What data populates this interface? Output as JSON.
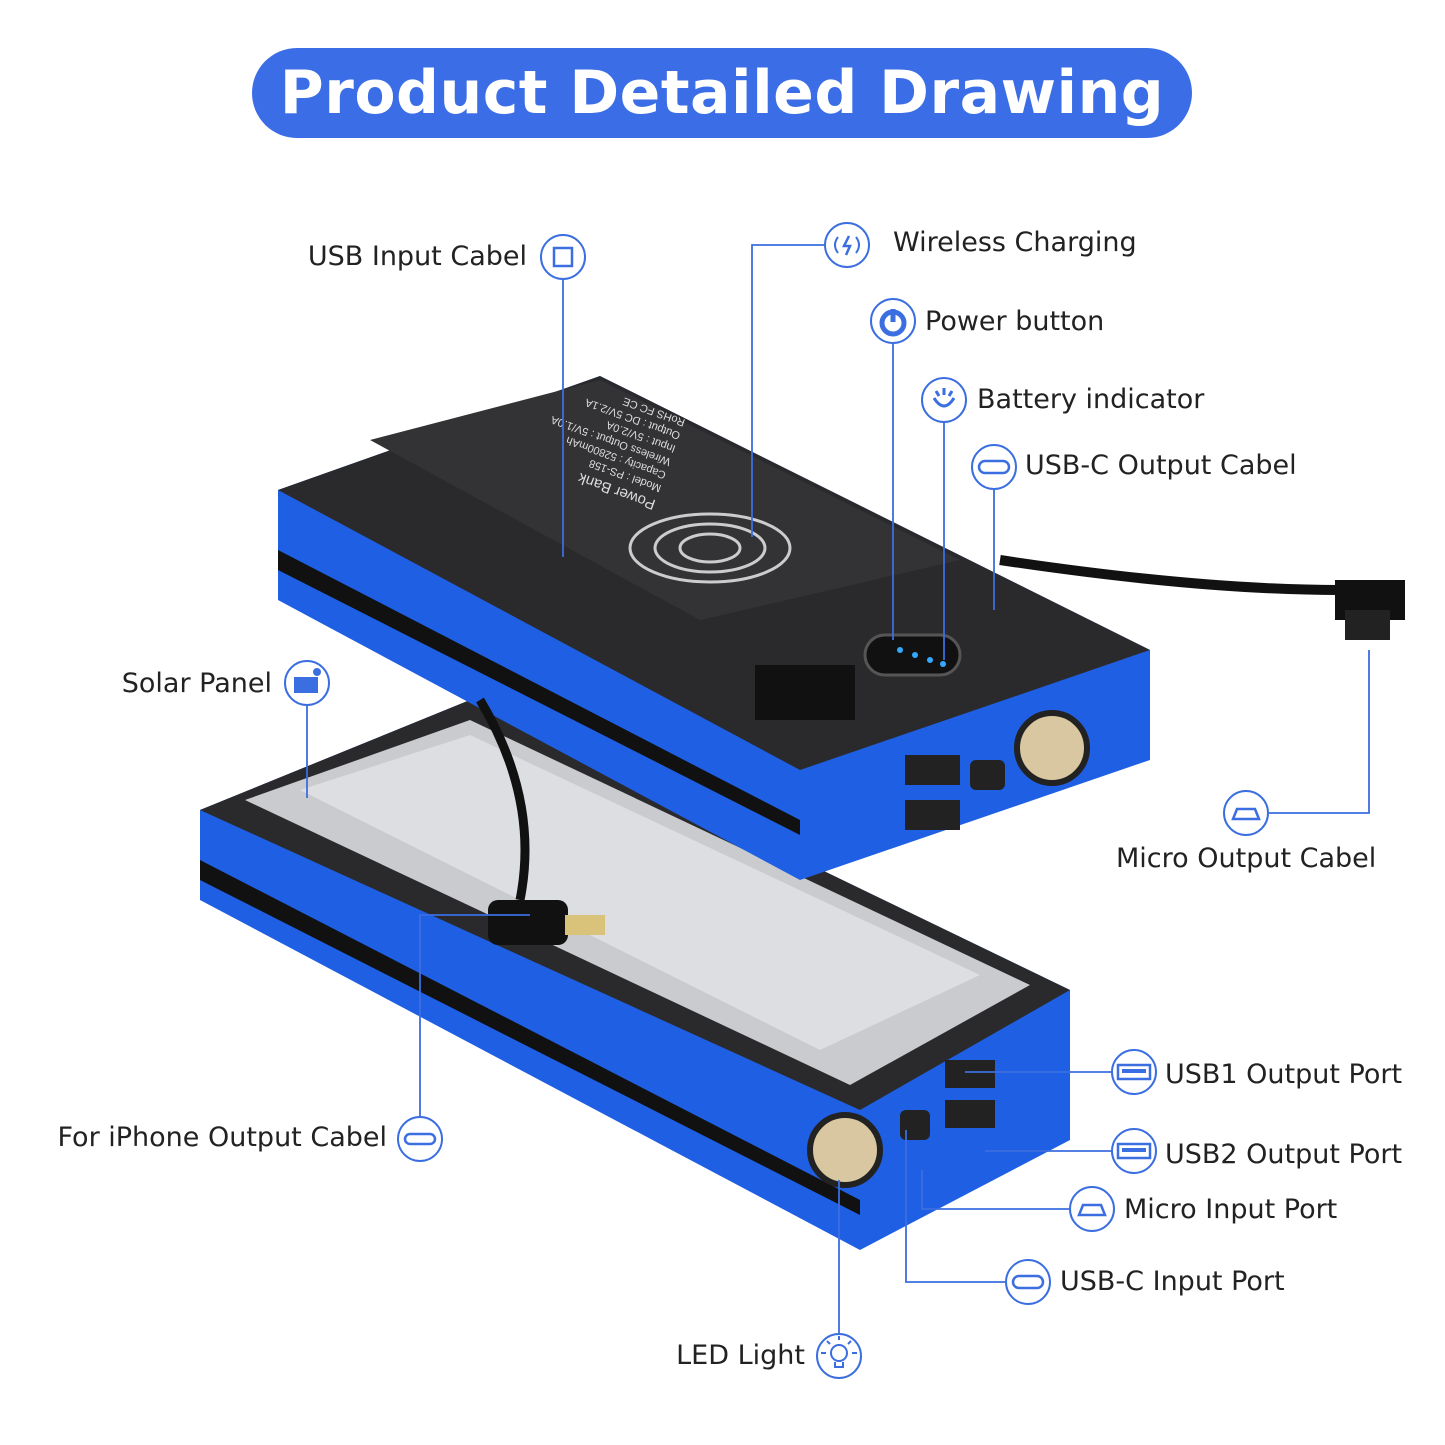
{
  "title": "Product Detailed Drawing",
  "device_label": {
    "lines": [
      "Power Bank",
      "Model : PS-158",
      "Capacity : 52800mAh",
      "Wireless Output : 5V/1.0A",
      "Input : 5V/2.0A",
      "Output : DC 5V/2.1A",
      "RoHS FC CE"
    ]
  },
  "callouts": [
    {
      "label": "USB  Input Cabel",
      "icon": "usb-socket-icon"
    },
    {
      "label": "Wireless Charging",
      "icon": "wireless-charging-icon"
    },
    {
      "label": "Power button",
      "icon": "power-icon"
    },
    {
      "label": "Battery indicator",
      "icon": "indicator-light-icon"
    },
    {
      "label": "USB-C  Output Cabel",
      "icon": "usb-c-icon"
    },
    {
      "label": "Solar Panel",
      "icon": "solar-panel-icon"
    },
    {
      "label": "Micro Output Cabel",
      "icon": "micro-usb-icon"
    },
    {
      "label": "For iPhone Output Cabel",
      "icon": "lightning-port-icon"
    },
    {
      "label": "USB1 Output Port",
      "icon": "usb-a-icon"
    },
    {
      "label": "USB2 Output Port",
      "icon": "usb-a-icon"
    },
    {
      "label": "Micro  Input Port",
      "icon": "micro-usb-icon"
    },
    {
      "label": "USB-C  Input Port",
      "icon": "usb-c-icon"
    },
    {
      "label": "LED Light",
      "icon": "bulb-icon"
    }
  ],
  "colors": {
    "accent": "#3b6ee6",
    "device_blue": "#1f5fe3",
    "device_black": "#2a2a2c",
    "line": "#3b6ee0"
  }
}
